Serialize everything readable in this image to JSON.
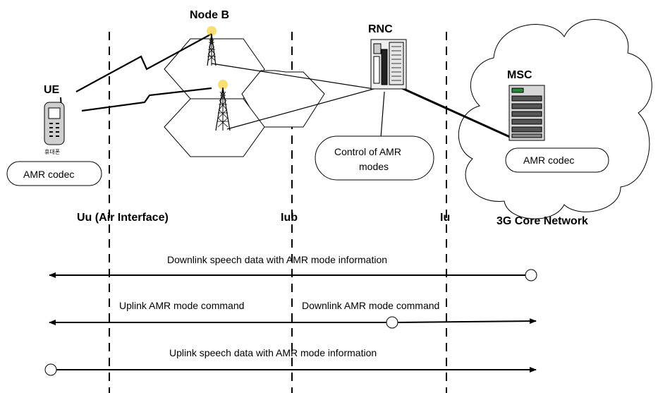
{
  "nodes": {
    "ue": "UE",
    "ue_device": "휴대폰",
    "node_b": "Node B",
    "rnc": "RNC",
    "msc": "MSC"
  },
  "boxes": {
    "ue_codec": "AMR codec",
    "rnc_control_line1": "Control of AMR",
    "rnc_control_line2": "modes",
    "msc_codec": "AMR codec"
  },
  "interfaces": {
    "uu": "Uu (Air Interface)",
    "iub": "Iub",
    "iu": "Iu",
    "core": "3G Core Network"
  },
  "flows": {
    "downlink_speech": "Downlink speech data with AMR mode information",
    "uplink_command": "Uplink AMR mode command",
    "downlink_command": "Downlink AMR mode command",
    "uplink_speech": "Uplink speech data with AMR mode information"
  },
  "colors": {
    "line": "#000000",
    "antenna_glow": "#f2c200"
  }
}
